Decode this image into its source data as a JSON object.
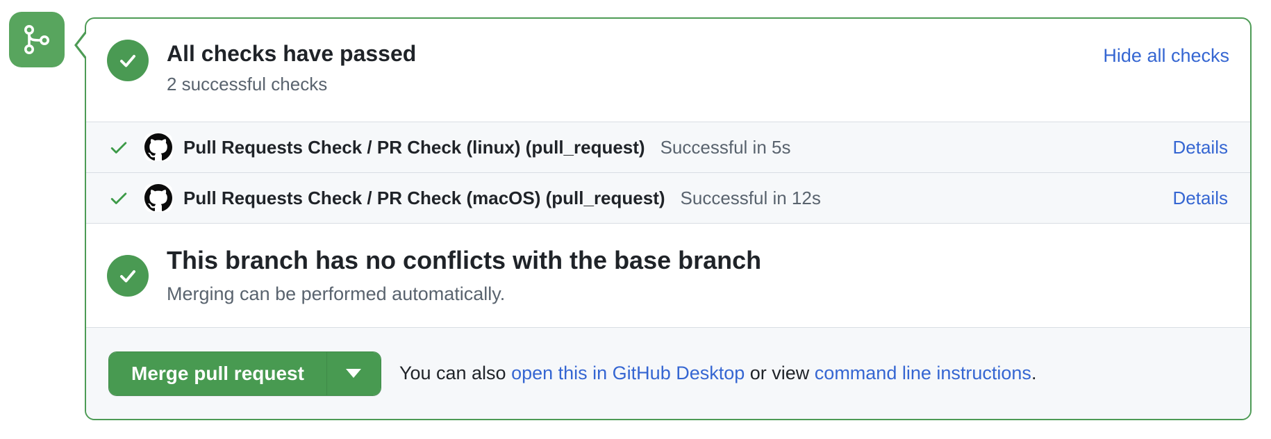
{
  "colors": {
    "accent_green": "#4d9b55",
    "button_green": "#489a51",
    "link_blue": "#3566d2",
    "muted_bg": "#f6f8fa",
    "text_dark": "#1f2328",
    "text_muted": "#59636e"
  },
  "timeline": {
    "icon": "git-merge-icon"
  },
  "checks_summary": {
    "icon": "check-circle-icon",
    "title": "All checks have passed",
    "subtitle": "2 successful checks",
    "toggle_label": "Hide all checks"
  },
  "checks": [
    {
      "icon": "check-icon",
      "avatar": "octocat-avatar-icon",
      "name": "Pull Requests Check / PR Check (linux) (pull_request)",
      "status": "Successful in 5s",
      "details_label": "Details"
    },
    {
      "icon": "check-icon",
      "avatar": "octocat-avatar-icon",
      "name": "Pull Requests Check / PR Check (macOS) (pull_request)",
      "status": "Successful in 12s",
      "details_label": "Details"
    }
  ],
  "mergeability": {
    "icon": "check-circle-icon",
    "title": "This branch has no conflicts with the base branch",
    "subtitle": "Merging can be performed automatically."
  },
  "merge_actions": {
    "merge_button_label": "Merge pull request",
    "dropdown_icon": "dropdown-caret-icon",
    "alt_prefix": "You can also ",
    "desktop_link_label": "open this in GitHub Desktop",
    "alt_middle": " or view ",
    "cli_link_label": "command line instructions",
    "alt_suffix": "."
  }
}
